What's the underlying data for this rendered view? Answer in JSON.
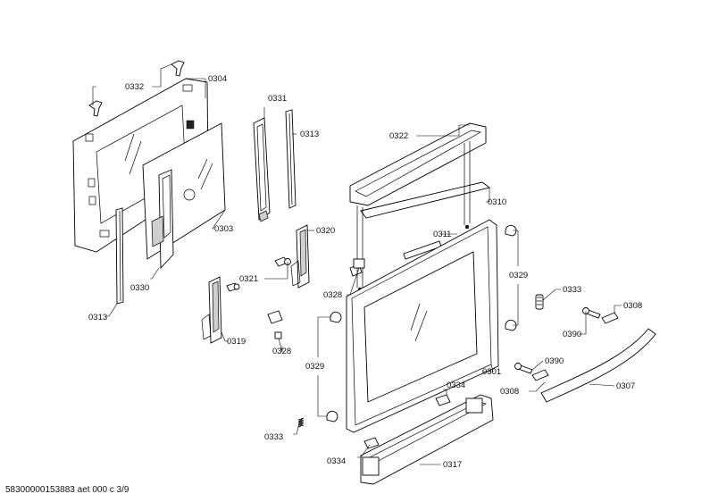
{
  "callouts": {
    "c0332": "0332",
    "c0304": "0304",
    "c0331": "0331",
    "c0313_top": "0313",
    "c0322": "0322",
    "c0303": "0303",
    "c0310": "0310",
    "c0320": "0320",
    "c0311": "0311",
    "c0330": "0330",
    "c0321": "0321",
    "c0329_right": "0329",
    "c0328_top": "0328",
    "c0333_right": "0333",
    "c0313_bottom": "0313",
    "c0308_top": "0308",
    "c0319": "0319",
    "c0390_top": "0390",
    "c0328_mid": "0328",
    "c0329_left": "0329",
    "c0301": "0301",
    "c0390_bottom": "0390",
    "c0308_bottom": "0308",
    "c0307": "0307",
    "c0334_top": "0334",
    "c0333_left": "0333",
    "c0334_bottom": "0334",
    "c0317": "0317"
  },
  "footer": "58300000153883 aet 000 c 3/9"
}
